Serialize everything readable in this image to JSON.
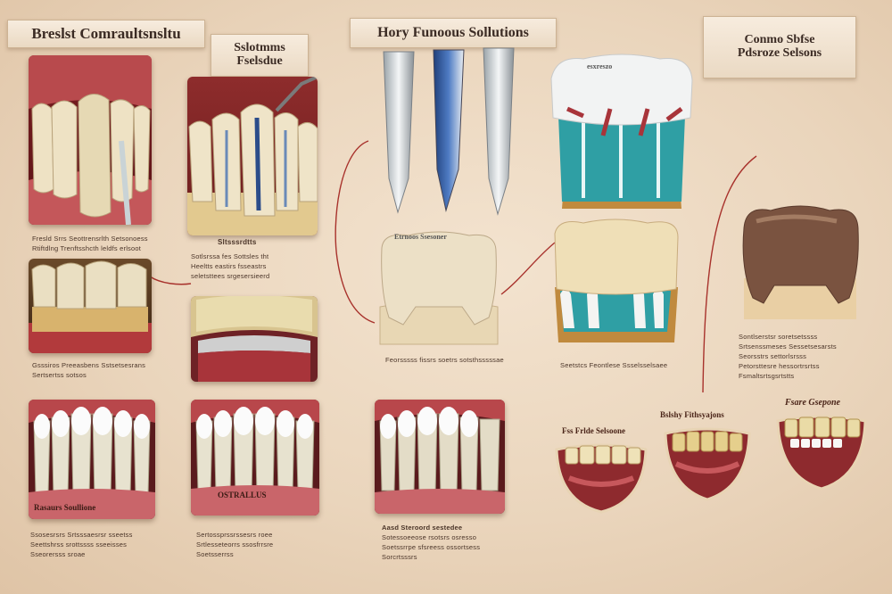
{
  "headers": {
    "top_left": "Breslst Comraultsnsltu",
    "mid_left_line1": "Sslotmms",
    "mid_left_line2": "Fselsdue",
    "center": "Hory Funoous Sollutions",
    "right_line1": "Conmo Sbfse",
    "right_line2": "Pdsroze Selsons"
  },
  "tooth_labels": {
    "crown_top": "esxreszo",
    "crown_lower": "Etrnoos Ssesoner",
    "panel_row3": "OSTRALLUS",
    "panel_row3_left": "Rasaurs Soullione",
    "small_right_1": "Fss Frlde Selsoone",
    "small_right_2": "Bslshy Fithsyajons",
    "small_right_3": "Fsare Gsepone"
  },
  "captions": {
    "c1": [
      "Fresld Srrs Seottrensrlth Setsonoess",
      "Rtiftdlng Trenftsshcth leldfs erlsoot"
    ],
    "c2": "Sltsssrdtts",
    "c3": [
      "Sotlsrssa fes Sottsles tht",
      "Heeltts eastirs fsseastrs",
      "seletsttees srgesersieerd"
    ],
    "c4": [
      "Gsssiros Preeasbens Sstsetsesrans",
      "Sertsertss sotsos"
    ],
    "c5": [
      "Feorsssss fissrs soetrs sotsthsssssae"
    ],
    "c6": [
      "Seetstcs Feontlese Ssselsselsaee"
    ],
    "c7": [
      "Sontlserstsr soretsetssss",
      "Srtsenssmeses Sessetsesarsts",
      "Seorsstrs settorlsrsss",
      "Petorsttesre hessortrsrtss",
      "Fsmaltsrtsgsrtstts"
    ],
    "c8": [
      "Ssosesrsrs Srtsssaesrsr sseetss",
      "Seettshrss srottssss sseeisses",
      "Sseorersss sroae"
    ],
    "c9": [
      "Sertossprssrssesrs roee",
      "Srtlesseteorrs ssosfrrsre",
      "Soetsserrss"
    ],
    "c10": [
      "Aasd Steroord sestedee",
      "Sotessoeeose rsotsrs osresso",
      "Soetssrrpe sfsreess ossortsess",
      "Sorcrtsssrs"
    ]
  },
  "colors": {
    "background": "#ead5bc",
    "gum": "#a8343a",
    "enamel": "#efe6cf",
    "teal": "#2f9fa4",
    "gold": "#c08a3e",
    "leader_line": "#a8322c"
  }
}
